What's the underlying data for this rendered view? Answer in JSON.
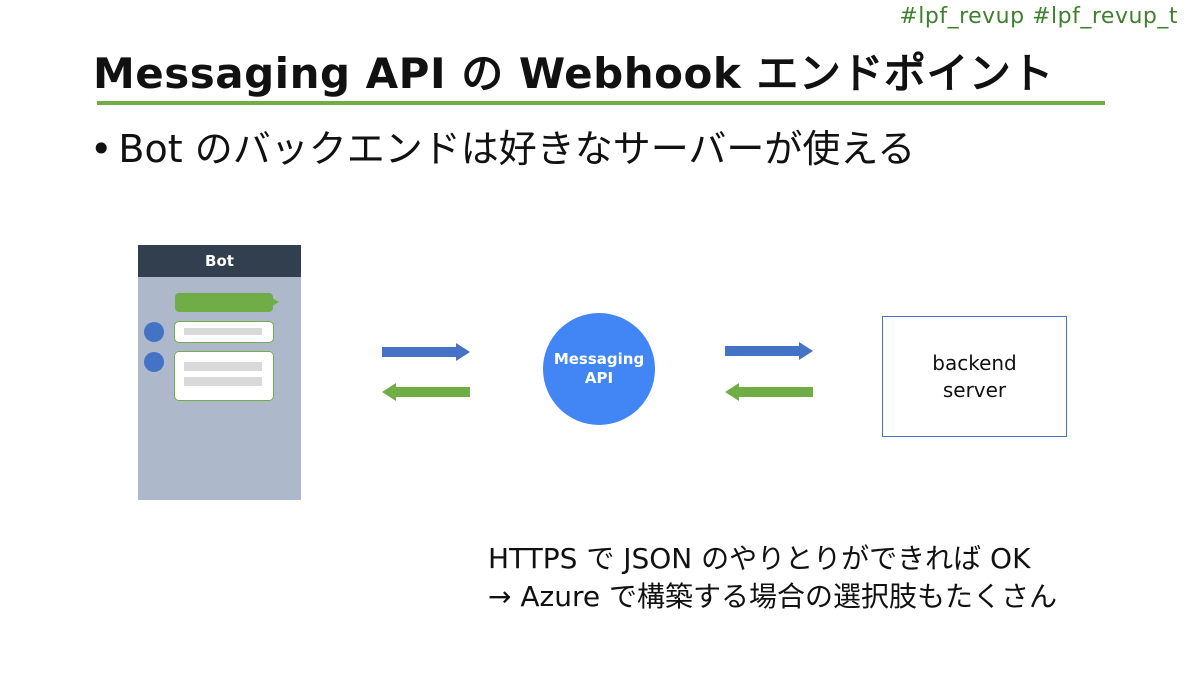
{
  "header": {
    "hashtags": "#lpf_revup #lpf_revup_t",
    "title": "Messaging API の Webhook エンドポイント"
  },
  "bullet": {
    "symbol": "•",
    "text": "Bot のバックエンドは好きなサーバーが使える"
  },
  "diagram": {
    "phone": {
      "header_label": "Bot"
    },
    "center_node": {
      "line1": "Messaging",
      "line2": "API"
    },
    "server_node": {
      "line1": "backend",
      "line2": "server"
    },
    "colors": {
      "request_arrow": "#4472c4",
      "response_arrow": "#70ad47",
      "api_circle": "#4285f4",
      "accent_rule": "#70ad47"
    }
  },
  "note": {
    "line1": "HTTPS で JSON のやりとりができれば OK",
    "line2": "→ Azure で構築する場合の選択肢もたくさん"
  }
}
